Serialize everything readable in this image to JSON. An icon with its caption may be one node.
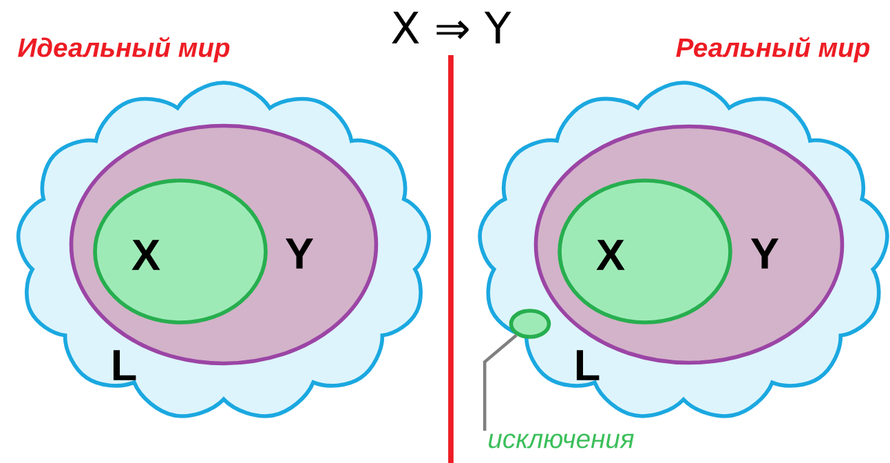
{
  "diagram": {
    "title": "X ⇒ Y",
    "nodes": [
      {
        "text": [
          "L"
        ]
      },
      {
        "text": [
          "Y"
        ],
        "in": 0
      },
      {
        "text": [
          "X"
        ],
        "in": 1
      },
      {
        "text": [
          "L"
        ]
      },
      {
        "text": [
          "Y"
        ],
        "in": 3
      },
      {
        "text": [
          "X"
        ],
        "in": 4
      },
      {
        "text": [],
        "shape": "circle",
        "in": 3
      },
      {
        "text": [
          "исключения"
        ]
      }
    ],
    "edges": [
      {
        "from": 7,
        "to": 6,
        "arrow": "none"
      }
    ],
    "labels": [
      "Идеальный мир",
      "Реальный мир"
    ]
  }
}
